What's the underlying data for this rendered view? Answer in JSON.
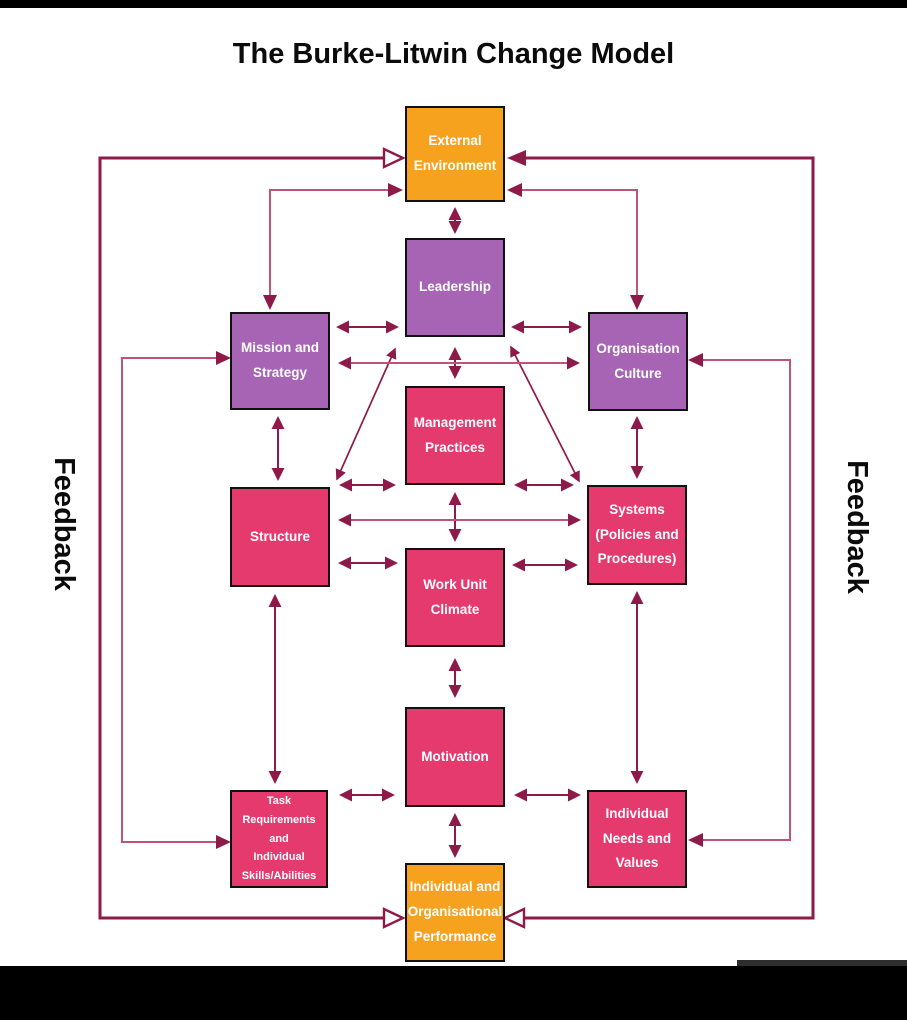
{
  "title": "The Burke-Litwin Change Model",
  "feedback_left": "Feedback",
  "feedback_right": "Feedback",
  "colors": {
    "external_boxes": "#F6A21E",
    "transformational_boxes": "#A763B4",
    "transactional_boxes": "#E43A6E",
    "arrow_dark": "#8E1A4A",
    "arrow_rose": "#BE5578",
    "box_border": "#111111",
    "frame_bars": "#000000"
  },
  "nodes": [
    {
      "id": "external-environment",
      "label": "External\nEnvironment",
      "type": "orange"
    },
    {
      "id": "leadership",
      "label": "Leadership",
      "type": "purple"
    },
    {
      "id": "mission-strategy",
      "label": "Mission and\nStrategy",
      "type": "purple"
    },
    {
      "id": "organisation-culture",
      "label": "Organisation\nCulture",
      "type": "purple"
    },
    {
      "id": "management-practices",
      "label": "Management\nPractices",
      "type": "pink"
    },
    {
      "id": "structure",
      "label": "Structure",
      "type": "pink"
    },
    {
      "id": "systems",
      "label": "Systems\n(Policies and\nProcedures)",
      "type": "pink"
    },
    {
      "id": "work-unit-climate",
      "label": "Work Unit\nClimate",
      "type": "pink"
    },
    {
      "id": "motivation",
      "label": "Motivation",
      "type": "pink"
    },
    {
      "id": "task-requirements",
      "label": "Task\nRequirements\nand\nIndividual\nSkills/Abilities",
      "type": "pink"
    },
    {
      "id": "individual-needs",
      "label": "Individual\nNeeds and\nValues",
      "type": "pink"
    },
    {
      "id": "performance",
      "label": "Individual and\nOrganisational\nPerformance",
      "type": "orange"
    }
  ],
  "connections": [
    {
      "from": "external-environment",
      "to": "performance",
      "route": "outer-left-feedback-loop",
      "heads": "hollow-both-ends"
    },
    {
      "from": "external-environment",
      "to": "performance",
      "route": "outer-right-feedback-loop",
      "heads": "filled-top-hollow-bottom"
    },
    {
      "from": "mission-strategy",
      "to": "task-requirements",
      "route": "inner-left-bracket",
      "heads": "filled-both-ends"
    },
    {
      "from": "organisation-culture",
      "to": "individual-needs",
      "route": "inner-right-bracket",
      "heads": "filled-both-ends"
    },
    {
      "from": "external-environment",
      "to": "mission-strategy",
      "route": "left-elbow",
      "heads": "filled-both-ends"
    },
    {
      "from": "external-environment",
      "to": "organisation-culture",
      "route": "right-elbow",
      "heads": "filled-both-ends"
    },
    {
      "from": "external-environment",
      "to": "leadership",
      "route": "vertical",
      "heads": "double"
    },
    {
      "from": "mission-strategy",
      "to": "leadership",
      "route": "horizontal",
      "heads": "double"
    },
    {
      "from": "leadership",
      "to": "organisation-culture",
      "route": "horizontal",
      "heads": "double"
    },
    {
      "from": "mission-strategy",
      "to": "organisation-culture",
      "route": "long-horizontal",
      "heads": "double"
    },
    {
      "from": "leadership",
      "to": "management-practices",
      "route": "vertical",
      "heads": "double"
    },
    {
      "from": "leadership",
      "to": "structure",
      "route": "diagonal",
      "heads": "double"
    },
    {
      "from": "leadership",
      "to": "systems",
      "route": "diagonal",
      "heads": "double"
    },
    {
      "from": "mission-strategy",
      "to": "structure",
      "route": "vertical",
      "heads": "double"
    },
    {
      "from": "organisation-culture",
      "to": "systems",
      "route": "vertical",
      "heads": "double"
    },
    {
      "from": "structure",
      "to": "management-practices",
      "route": "horizontal",
      "heads": "double"
    },
    {
      "from": "management-practices",
      "to": "systems",
      "route": "horizontal",
      "heads": "double"
    },
    {
      "from": "structure",
      "to": "systems",
      "route": "long-horizontal",
      "heads": "double"
    },
    {
      "from": "management-practices",
      "to": "work-unit-climate",
      "route": "vertical",
      "heads": "double"
    },
    {
      "from": "structure",
      "to": "work-unit-climate",
      "route": "horizontal",
      "heads": "double"
    },
    {
      "from": "work-unit-climate",
      "to": "systems",
      "route": "horizontal",
      "heads": "double"
    },
    {
      "from": "work-unit-climate",
      "to": "motivation",
      "route": "vertical",
      "heads": "double"
    },
    {
      "from": "structure",
      "to": "task-requirements",
      "route": "vertical",
      "heads": "double"
    },
    {
      "from": "systems",
      "to": "individual-needs",
      "route": "vertical",
      "heads": "double"
    },
    {
      "from": "task-requirements",
      "to": "motivation",
      "route": "horizontal",
      "heads": "double"
    },
    {
      "from": "motivation",
      "to": "individual-needs",
      "route": "horizontal",
      "heads": "double"
    },
    {
      "from": "motivation",
      "to": "performance",
      "route": "vertical",
      "heads": "double"
    }
  ]
}
